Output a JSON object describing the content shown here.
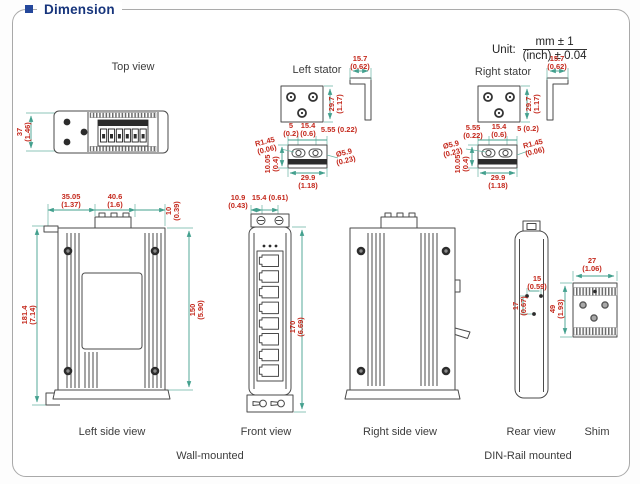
{
  "title": "Dimension",
  "unit": {
    "label": "Unit:",
    "numerator": "mm ± 1",
    "denominator": "(inch) ± 0.04"
  },
  "views": {
    "top": {
      "label": "Top view",
      "dims": {
        "depth": "37\n(1.46)"
      }
    },
    "left_stator": {
      "label": "Left stator",
      "dims": {
        "height": "29.7\n(1.17)",
        "bracket": "15.7\n(0.62)",
        "offset_left": "5\n(0.2)",
        "slot_span": "15.4\n(0.6)",
        "offset_right": "5.55 (0.22)",
        "radius": "R1.45\n(0.06)",
        "hole_dia": "Ø5.9\n(0.23)",
        "depth": "10.05\n(0.4)",
        "width": "29.9\n(1.18)"
      }
    },
    "right_stator": {
      "label": "Right stator",
      "dims": {
        "height": "29.7\n(1.17)",
        "bracket": "15.7\n(0.62)",
        "offset_left": "5.55\n(0.22)",
        "slot_span": "15.4\n(0.6)",
        "offset_right": "5 (0.2)",
        "hole_dia": "Ø5.9\n(0.23)",
        "radius": "R1.45\n(0.06)",
        "depth": "10.05\n(0.4)",
        "width": "29.9\n(1.18)"
      }
    },
    "left_side": {
      "label": "Left side view",
      "dims": {
        "front_depth": "35.05\n(1.37)",
        "mid_depth": "40.6\n(1.6)",
        "rear_depth": "10\n(0.39)",
        "total_height": "181.4\n(7.14)",
        "body_height": "150\n(5.90)"
      }
    },
    "front": {
      "label": "Front view",
      "dims": {
        "offset": "10.9\n(0.43)",
        "block_width": "15.4 (0.61)",
        "height": "170\n(6.69)"
      }
    },
    "right_side": {
      "label": "Right side view"
    },
    "rear": {
      "label": "Rear view",
      "dims": {
        "hole_span": "15\n(0.59)",
        "hole_drop": "17\n(0.67)"
      }
    },
    "shim": {
      "label": "Shim",
      "dims": {
        "width": "27\n(1.06)",
        "height": "49\n(1.93)"
      }
    }
  },
  "mounting": {
    "wall": "Wall-mounted",
    "din": "DIN-Rail mounted"
  },
  "colors": {
    "title": "#17357c",
    "dimension_text": "#c4271b",
    "dimension_line": "#43a08e",
    "outline": "#4a4a4a"
  }
}
